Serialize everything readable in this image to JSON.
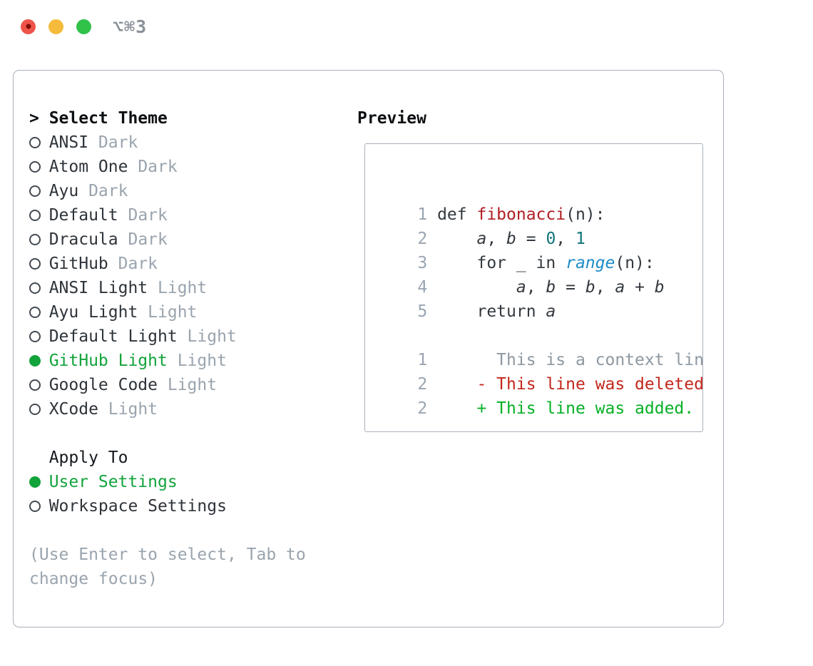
{
  "window": {
    "title": "⌥⌘3",
    "traffic_lights": {
      "close": "red-circle",
      "minimize": "yellow-circle",
      "zoom": "green-circle"
    }
  },
  "theme_panel": {
    "header": {
      "prefix": ">",
      "label": "Select Theme"
    },
    "themes": [
      {
        "name": "ANSI",
        "variant": "Dark",
        "selected": false
      },
      {
        "name": "Atom One",
        "variant": "Dark",
        "selected": false
      },
      {
        "name": "Ayu",
        "variant": "Dark",
        "selected": false
      },
      {
        "name": "Default",
        "variant": "Dark",
        "selected": false
      },
      {
        "name": "Dracula",
        "variant": "Dark",
        "selected": false
      },
      {
        "name": "GitHub",
        "variant": "Dark",
        "selected": false
      },
      {
        "name": "ANSI Light",
        "variant": "Light",
        "selected": false
      },
      {
        "name": "Ayu Light",
        "variant": "Light",
        "selected": false
      },
      {
        "name": "Default Light",
        "variant": "Light",
        "selected": false
      },
      {
        "name": "GitHub Light",
        "variant": "Light",
        "selected": true
      },
      {
        "name": "Google Code",
        "variant": "Light",
        "selected": false
      },
      {
        "name": "XCode",
        "variant": "Light",
        "selected": false
      }
    ],
    "apply_to": {
      "header": "Apply To",
      "options": [
        {
          "label": "User Settings",
          "selected": true
        },
        {
          "label": "Workspace Settings",
          "selected": false
        }
      ]
    },
    "help_text": "(Use Enter to select, Tab to change focus)"
  },
  "preview": {
    "header": "Preview",
    "code_lines": [
      {
        "num": "1",
        "tokens": [
          {
            "text": "def ",
            "cls": "plain"
          },
          {
            "text": "fibonacci",
            "cls": "fn"
          },
          {
            "text": "(n):",
            "cls": "plain"
          }
        ]
      },
      {
        "num": "2",
        "tokens": [
          {
            "text": "    ",
            "cls": "plain"
          },
          {
            "text": "a",
            "cls": "var"
          },
          {
            "text": ", ",
            "cls": "plain"
          },
          {
            "text": "b",
            "cls": "var"
          },
          {
            "text": " = ",
            "cls": "plain"
          },
          {
            "text": "0",
            "cls": "num"
          },
          {
            "text": ", ",
            "cls": "plain"
          },
          {
            "text": "1",
            "cls": "num"
          }
        ]
      },
      {
        "num": "3",
        "tokens": [
          {
            "text": "    for _ in ",
            "cls": "plain"
          },
          {
            "text": "range",
            "cls": "call"
          },
          {
            "text": "(n):",
            "cls": "plain"
          }
        ]
      },
      {
        "num": "4",
        "tokens": [
          {
            "text": "        ",
            "cls": "plain"
          },
          {
            "text": "a",
            "cls": "var"
          },
          {
            "text": ", ",
            "cls": "plain"
          },
          {
            "text": "b",
            "cls": "var"
          },
          {
            "text": " = ",
            "cls": "plain"
          },
          {
            "text": "b",
            "cls": "var"
          },
          {
            "text": ", ",
            "cls": "plain"
          },
          {
            "text": "a",
            "cls": "var"
          },
          {
            "text": " + ",
            "cls": "plain"
          },
          {
            "text": "b",
            "cls": "var"
          }
        ]
      },
      {
        "num": "5",
        "tokens": [
          {
            "text": "    return ",
            "cls": "plain"
          },
          {
            "text": "a",
            "cls": "var"
          }
        ]
      },
      {
        "num": "",
        "tokens": []
      },
      {
        "num": "1",
        "tokens": [
          {
            "text": "      This is a context line.",
            "cls": "ctx"
          }
        ]
      },
      {
        "num": "2",
        "tokens": [
          {
            "text": "    ",
            "cls": "plain"
          },
          {
            "text": "- This line was deleted.",
            "cls": "del"
          }
        ]
      },
      {
        "num": "2",
        "tokens": [
          {
            "text": "    ",
            "cls": "plain"
          },
          {
            "text": "+ This line was added.",
            "cls": "add"
          }
        ]
      }
    ]
  },
  "colors": {
    "accent_green": "#13a33b",
    "muted_gray": "#9aa4ae",
    "text_dark": "#2e343a",
    "border_gray": "#a9b1bb",
    "line_number": "#9aa4b2",
    "code_function_red": "#b01e24",
    "code_number_teal": "#10747a",
    "code_call_blue": "#1e8bc8",
    "diff_context_gray": "#8e98a1",
    "diff_deleted_red": "#c3271c",
    "diff_added_green": "#06b025",
    "titlebar_text": "#8b9199",
    "traffic_red": "#ef5349",
    "traffic_yellow": "#f5bb3c",
    "traffic_green": "#31c24a"
  }
}
